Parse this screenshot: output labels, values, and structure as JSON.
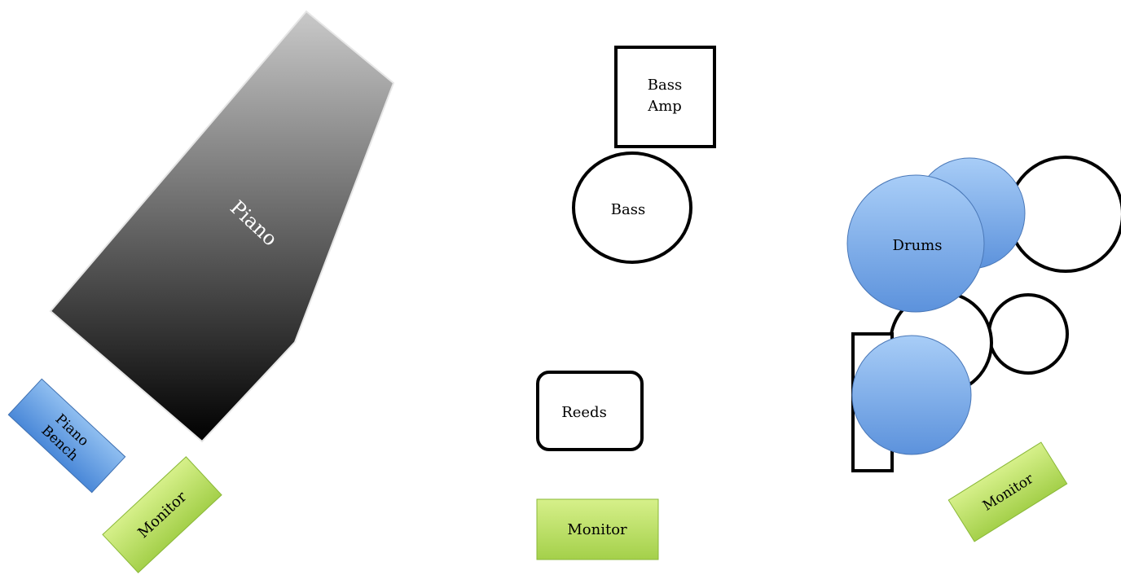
{
  "labels": {
    "piano": "Piano",
    "piano_bench_line1": "Piano",
    "piano_bench_line2": "Bench",
    "monitor_left": "Monitor",
    "bass_amp_line1": "Bass",
    "bass_amp_line2": "Amp",
    "bass": "Bass",
    "reeds": "Reeds",
    "monitor_center": "Monitor",
    "drums": "Drums",
    "monitor_right": "Monitor"
  },
  "colors": {
    "piano_gradient_top": "#c8c8c8",
    "piano_gradient_bottom": "#000000",
    "piano_bench_fill": "#6aa0e4",
    "monitor_fill": "#b5dc5c",
    "drum_fill": "#7aa8e6",
    "outline": "#000000"
  }
}
